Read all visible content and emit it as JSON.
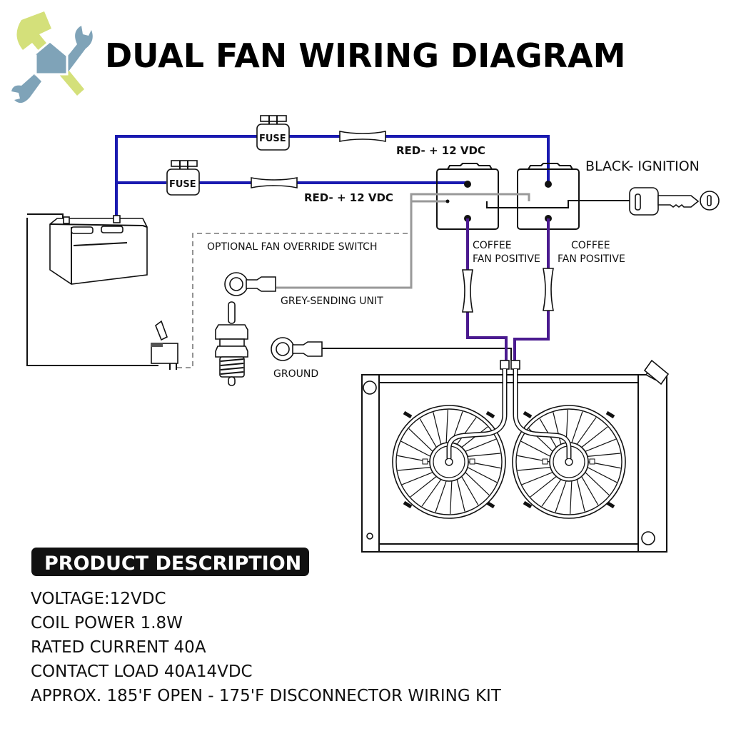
{
  "header": {
    "title": "DUAL FAN WIRING DIAGRAM",
    "logo": "tools-house-logo-icon"
  },
  "colors": {
    "power_wire": "#1a1ab0",
    "fan_wire": "#4a1a8f",
    "sending_wire": "#999999",
    "ground_wire": "#111111",
    "logo_green": "#d4e07a",
    "logo_blue": "#7fa3b8"
  },
  "diagram": {
    "fuse_top_label": "FUSE",
    "fuse_bottom_label": "FUSE",
    "wire_top_label": "RED- + 12 VDC",
    "wire_bottom_label": "RED- + 12 VDC",
    "ignition_label": "BLACK- IGNITION",
    "override_label": "OPTIONAL FAN OVERRIDE SWITCH",
    "sending_label": "GREY-SENDING UNIT",
    "ground_label": "GROUND",
    "fan_left_label_1": "COFFEE",
    "fan_left_label_2": "FAN POSITIVE",
    "fan_right_label_1": "COFFEE",
    "fan_right_label_2": "FAN POSITIVE"
  },
  "description": {
    "heading": "PRODUCT DESCRIPTION",
    "lines": [
      "VOLTAGE:12VDC",
      "COIL POWER 1.8W",
      "RATED CURRENT 40A",
      "CONTACT LOAD 40A14VDC",
      "APPROX. 185'F OPEN - 175'F DISCONNECTOR WIRING KIT"
    ]
  }
}
